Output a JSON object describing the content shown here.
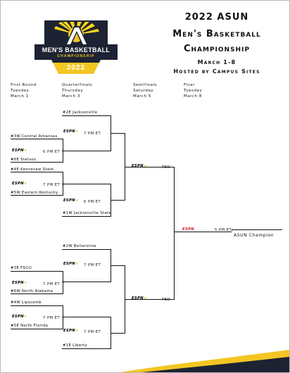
{
  "logo": {
    "line1": "MEN'S BASKETBALL",
    "line2": "CHAMPIONSHIP",
    "year": "2022",
    "colors": {
      "navy": "#1d2333",
      "gold": "#f3c623",
      "sun": "#f7d51d"
    }
  },
  "title": {
    "line1": "2022 ASUN",
    "line2": "Men's Basketball",
    "line3": "Championship",
    "dates": "March 1-8",
    "hosted": "Hosted by Campus Sites"
  },
  "rounds": [
    {
      "name": "First Round",
      "day": "Tuesday",
      "date": "March 1"
    },
    {
      "name": "Quarterfinals",
      "day": "Thursday",
      "date": "March 3"
    },
    {
      "name": "Semifinals",
      "day": "Saturday",
      "date": "March 5"
    },
    {
      "name": "Final",
      "day": "Tuesday",
      "date": "March 8"
    }
  ],
  "teams": {
    "jacksonville": "#2E Jacksonville",
    "central_arkansas": "#3W Central Arkansas",
    "stetson": "#6E Stetson",
    "kennesaw": "#4E Kennesaw State",
    "eastern_kentucky": "#5W Eastern Kentucky",
    "jacksonville_state": "#1W Jacksonville State",
    "bellarmine": "#2W Bellarmine",
    "fgcu": "#3E FGCU",
    "north_alabama": "#6W North Alabama",
    "lipscomb": "#4W Lipscomb",
    "north_florida": "#5E North Florida",
    "liberty": "#1E Liberty"
  },
  "network": {
    "name": "ESPN",
    "plus": "+",
    "red": "#d62027"
  },
  "times": {
    "seven": "7 PM ET",
    "six": "6 PM ET",
    "five": "5 PM ET",
    "tbd": "TBD"
  },
  "champion": "ASUN Champion"
}
